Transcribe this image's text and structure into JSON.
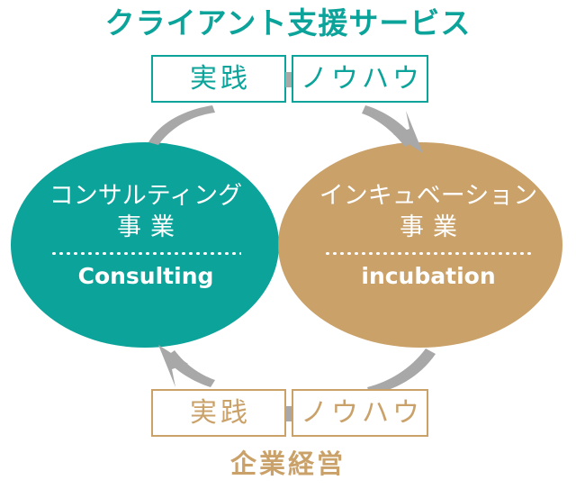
{
  "palette": {
    "teal": "#0BA39A",
    "gold": "#C9A169",
    "gold_over_teal": "#B79A63",
    "arrow_gray": "#A8A8A8",
    "connector_gray": "#A8A8A8",
    "background": "#FFFFFF",
    "text_on_shape": "#FFFFFF"
  },
  "top_section": {
    "title": "クライアント支援サービス",
    "boxes": [
      {
        "label": "実践",
        "color": "#0BA39A"
      },
      {
        "label": "ノウハウ",
        "color": "#0BA39A"
      }
    ]
  },
  "bottom_section": {
    "title": "企業経営",
    "boxes": [
      {
        "label": "実践",
        "color": "#C9A169"
      },
      {
        "label": "ノウハウ",
        "color": "#C9A169"
      }
    ]
  },
  "shapes": [
    {
      "id": "consulting",
      "shape": "ellipse",
      "fill": "#0BA39A",
      "jp_line1": "コンサルティング",
      "jp_line2": "事業",
      "en_label": "Consulting"
    },
    {
      "id": "incubation",
      "shape": "ellipse",
      "fill": "#C9A169",
      "jp_line1": "インキュベーション",
      "jp_line2": "事業",
      "en_label": "incubation"
    }
  ],
  "arrows": [
    {
      "id": "top-left-tail",
      "direction": "up-right",
      "head": false,
      "color": "#A8A8A8"
    },
    {
      "id": "top-right-head",
      "direction": "down-right",
      "head": true,
      "color": "#A8A8A8"
    },
    {
      "id": "bottom-left-head",
      "direction": "up-left",
      "head": true,
      "color": "#A8A8A8"
    },
    {
      "id": "bottom-right-tail",
      "direction": "up-right",
      "head": false,
      "color": "#A8A8A8"
    }
  ]
}
